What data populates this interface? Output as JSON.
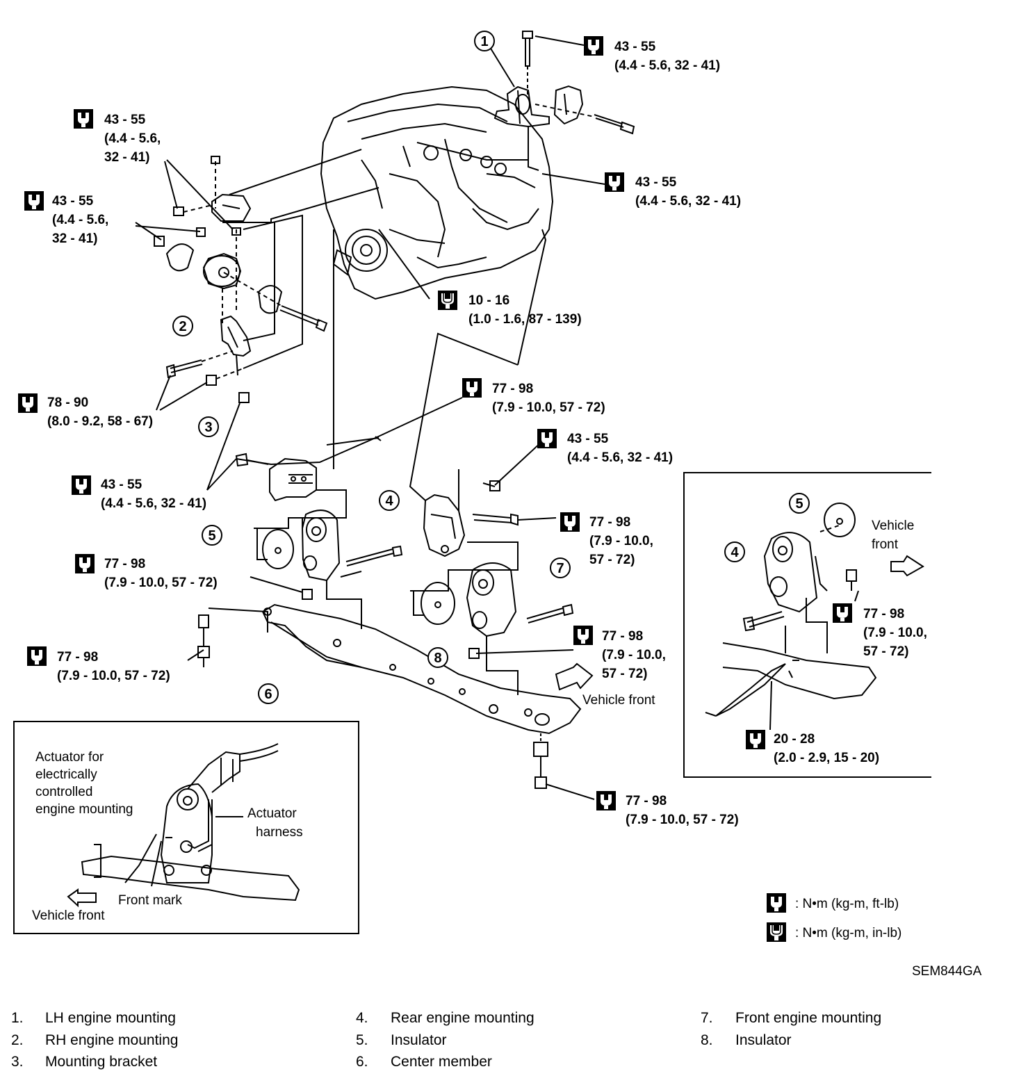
{
  "torque_specs": {
    "t1": {
      "value": "43 - 55",
      "detail": "(4.4 - 5.6, 32 - 41)"
    },
    "t2": {
      "line1": "43 - 55",
      "line2": "(4.4 - 5.6,",
      "line3": "32 - 41)"
    },
    "t3": {
      "value": "43 - 55",
      "detail": "(4.4 - 5.6, 32 - 41)"
    },
    "t4": {
      "line1": "43 - 55",
      "line2": "(4.4 - 5.6,",
      "line3": "32 - 41)"
    },
    "t5": {
      "value": "10 - 16",
      "detail": "(1.0 - 1.6, 87 - 139)"
    },
    "t6": {
      "value": "78 - 90",
      "detail": "(8.0 - 9.2, 58 - 67)"
    },
    "t7": {
      "value": "77 - 98",
      "detail": "(7.9 - 10.0, 57 - 72)"
    },
    "t8": {
      "value": "43 - 55",
      "detail": "(4.4 - 5.6, 32 - 41)"
    },
    "t9": {
      "value": "43 - 55",
      "detail": "(4.4 - 5.6, 32 - 41)"
    },
    "t10": {
      "line1": "77 - 98",
      "line2": "(7.9 - 10.0,",
      "line3": "57 - 72)"
    },
    "t11": {
      "line1": "77 - 98",
      "line2": "(7.9 - 10.0, 57 - 72)"
    },
    "t12": {
      "line1": "77 - 98",
      "line2": "(7.9 - 10.0,",
      "line3": "57 - 72)"
    },
    "t13": {
      "value": "77 - 98",
      "detail": "(7.9 - 10.0, 57 - 72)"
    },
    "t14": {
      "line1": "77 - 98",
      "line2": "(7.9 - 10.0,",
      "line3": "57 - 72)"
    },
    "t15": {
      "value": "20 - 28",
      "detail": "(2.0 - 2.9, 15 - 20)"
    },
    "t16": {
      "value": "77 - 98",
      "detail": "(7.9 - 10.0, 57 - 72)"
    }
  },
  "callouts": [
    "1",
    "2",
    "3",
    "4",
    "5",
    "6",
    "7",
    "8"
  ],
  "labels": {
    "vehicle_front_main": "Vehicle front",
    "vehicle_front_inset_line1": "Vehicle",
    "vehicle_front_inset_line2": "front",
    "actuator_line1": "Actuator for",
    "actuator_line2": "electrically",
    "actuator_line3": "controlled",
    "actuator_line4": "engine mounting",
    "harness_line1": "Actuator",
    "harness_line2": "harness",
    "front_mark": "Front mark",
    "vehicle_front_lower": "Vehicle front"
  },
  "legend": {
    "ft_lb": ": N•m (kg-m, ft-lb)",
    "in_lb": ": N•m (kg-m, in-lb)"
  },
  "figure_code": "SEM844GA",
  "parts_list": [
    {
      "num": "1.",
      "name": "LH engine mounting"
    },
    {
      "num": "2.",
      "name": "RH engine mounting"
    },
    {
      "num": "3.",
      "name": "Mounting bracket"
    },
    {
      "num": "4.",
      "name": "Rear engine mounting"
    },
    {
      "num": "5.",
      "name": "Insulator"
    },
    {
      "num": "6.",
      "name": "Center member"
    },
    {
      "num": "7.",
      "name": "Front engine mounting"
    },
    {
      "num": "8.",
      "name": "Insulator"
    }
  ]
}
